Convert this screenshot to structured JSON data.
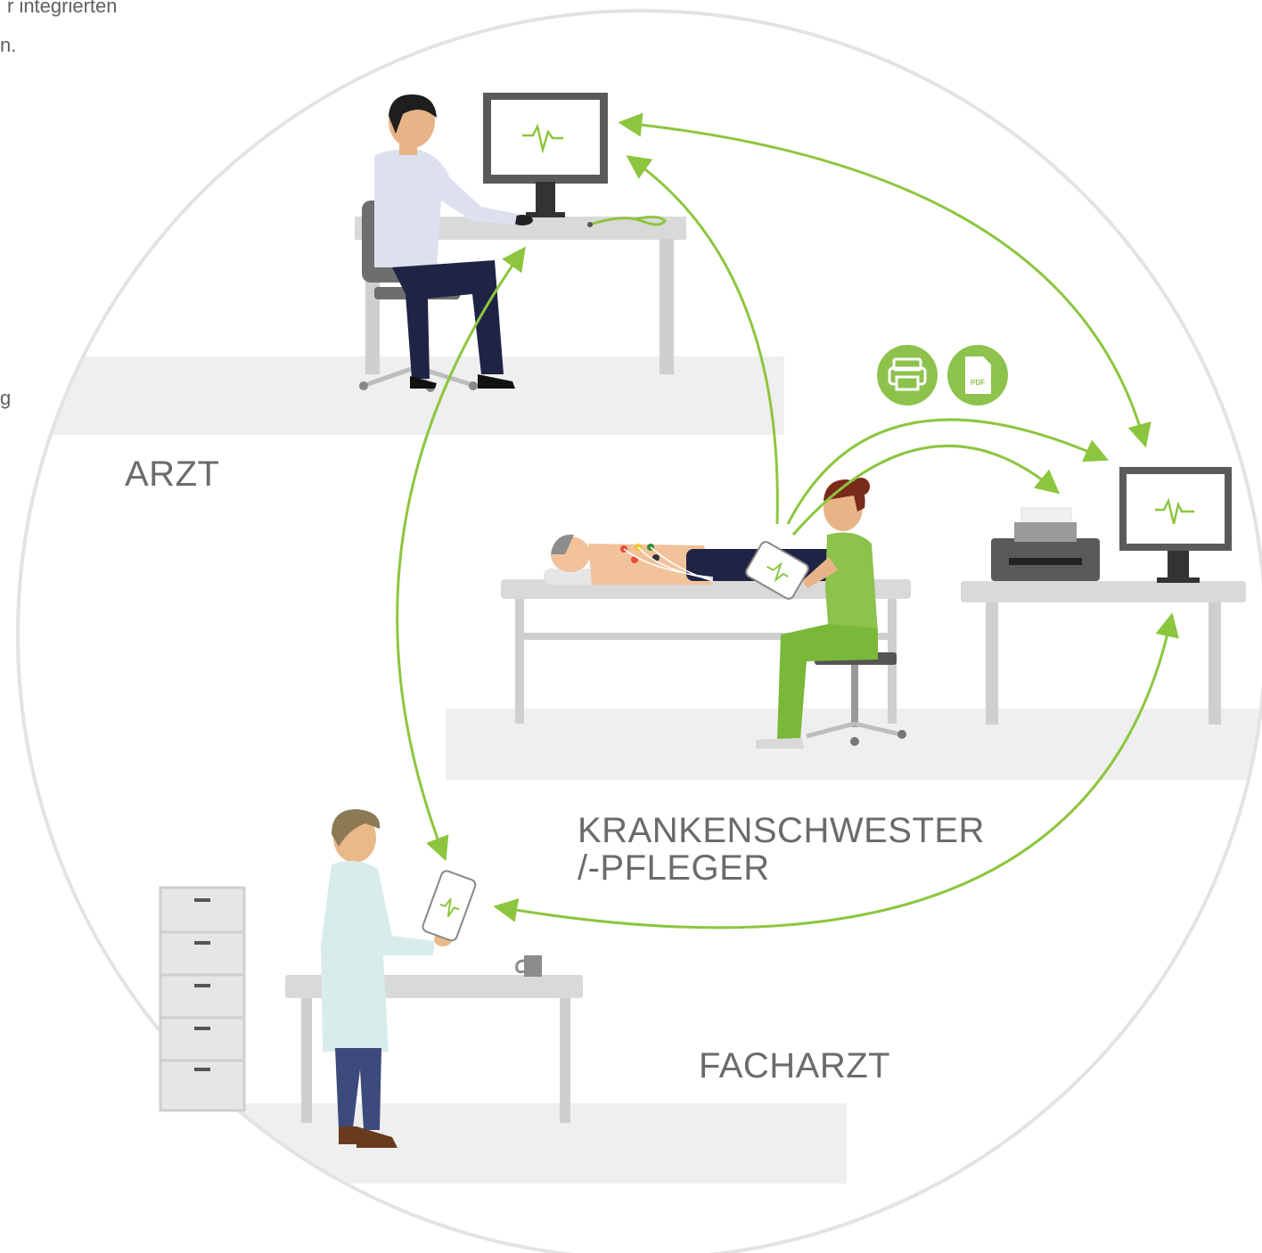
{
  "intro_text": {
    "line1": "r integrierten",
    "line2": "n.",
    "line3": "g"
  },
  "roles": {
    "arzt": "ARZT",
    "nurse_line1": "KRANKENSCHWESTER",
    "nurse_line2": "/-PFLEGER",
    "facharzt": "FACHARZT"
  },
  "icons": {
    "print": "printer-icon",
    "pdf": "pdf-icon",
    "pdf_badge": "PDF"
  },
  "colors": {
    "accent": "#8cc63f",
    "icon_bg": "#8dc24c",
    "floor": "#efefef",
    "furniture": "#d6d6d6",
    "monitor": "#555555",
    "circle": "#e3e3e3"
  }
}
